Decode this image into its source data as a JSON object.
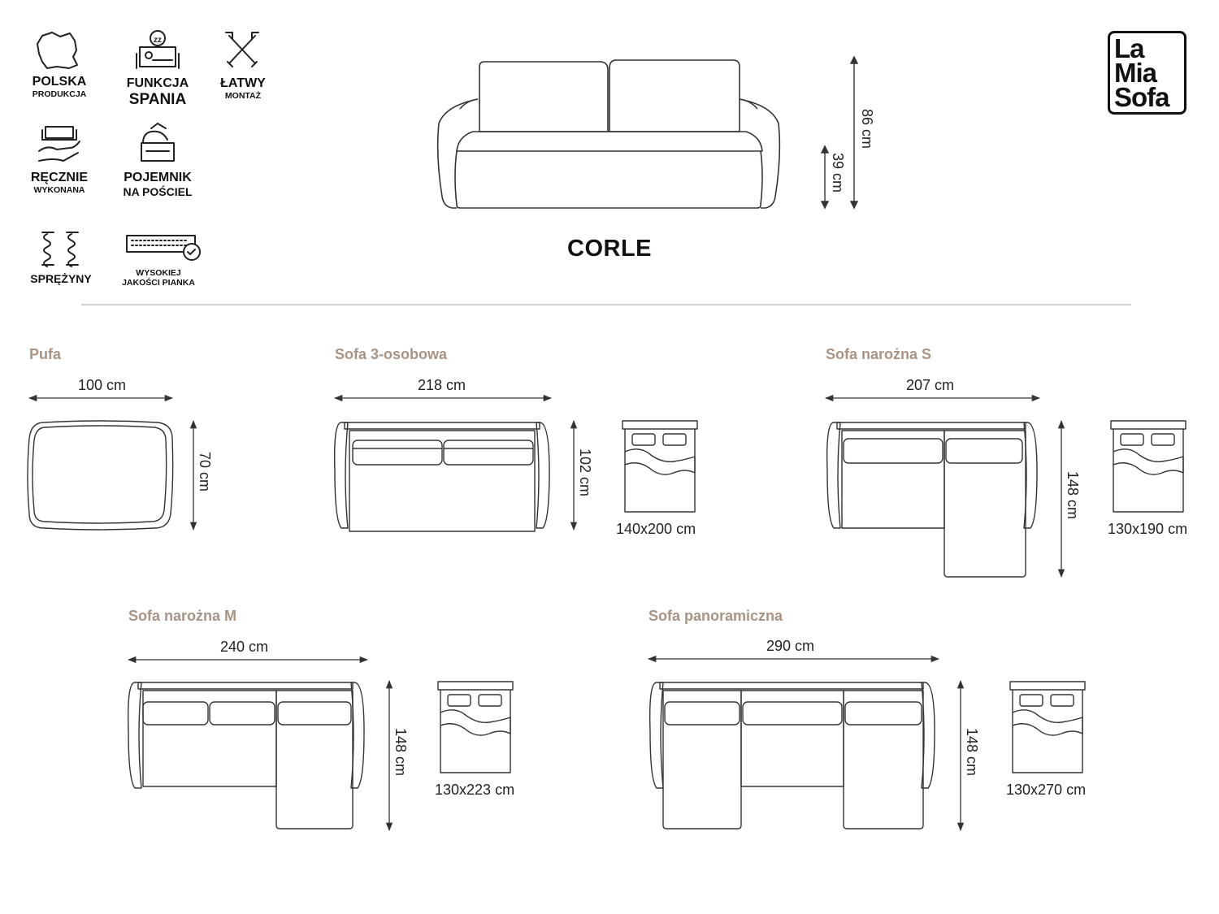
{
  "product_title": "CORLE",
  "logo": {
    "line1": "La",
    "line2": "Mia",
    "line3": "Sofa"
  },
  "features": [
    {
      "icon": "poland-map-icon",
      "line1": "POLSKA",
      "line2": "PRODUKCJA"
    },
    {
      "icon": "sleeping-icon",
      "line1": "FUNKCJA",
      "line2": "SPANIA"
    },
    {
      "icon": "tools-icon",
      "line1": "ŁATWY",
      "line2": "MONTAŻ"
    },
    {
      "icon": "handmade-icon",
      "line1": "RĘCZNIE",
      "line2": "WYKONANA"
    },
    {
      "icon": "bedding-box-icon",
      "line1": "POJEMNIK",
      "line2": "NA POŚCIEL"
    },
    {
      "icon": "springs-icon",
      "line1": "SPRĘŻYNY"
    },
    {
      "icon": "foam-quality-icon",
      "line1": "WYSOKIEJ",
      "line2": "JAKOŚCI PIANKA"
    }
  ],
  "front_view": {
    "height_total": "86 cm",
    "seat_height": "39 cm"
  },
  "variants": [
    {
      "name": "Pufa",
      "width": "100 cm",
      "depth": "70 cm"
    },
    {
      "name": "Sofa 3-osobowa",
      "width": "218 cm",
      "depth": "102 cm",
      "bed": "140x200 cm"
    },
    {
      "name": "Sofa narożna S",
      "width": "207 cm",
      "depth": "148 cm",
      "bed": "130x190 cm"
    },
    {
      "name": "Sofa narożna M",
      "width": "240 cm",
      "depth": "148 cm",
      "bed": "130x223 cm"
    },
    {
      "name": "Sofa panoramiczna",
      "width": "290 cm",
      "depth": "148 cm",
      "bed": "130x270 cm"
    }
  ],
  "colors": {
    "accent": "#a89384",
    "line": "#333333",
    "divider": "#b5b5b5"
  }
}
